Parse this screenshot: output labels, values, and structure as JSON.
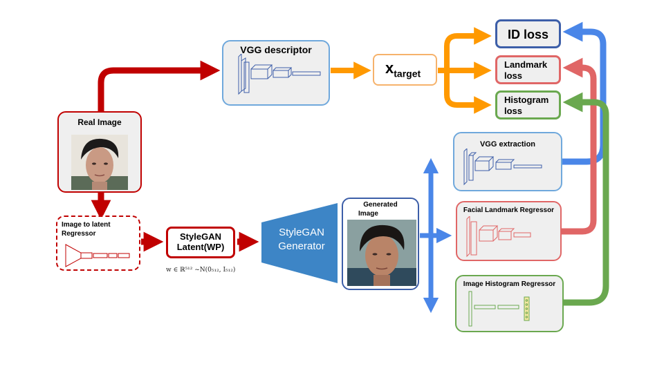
{
  "nodes": {
    "real_image": "Real Image",
    "vgg_descriptor": "VGG descriptor",
    "x_target_main": "x",
    "x_target_sub": "target",
    "id_loss": "ID loss",
    "landmark_loss_line1": "Landmark",
    "landmark_loss_line2": "loss",
    "histogram_loss_line1": "Histogram",
    "histogram_loss_line2": "loss",
    "vgg_extraction": "VGG extraction",
    "facial_landmark_regressor": "Facial Landmark Regressor",
    "image_histogram_regressor": "Image Histogram Regressor",
    "latent_regressor_line1": "Image to latent",
    "latent_regressor_line2": "Regressor",
    "stylegan_latent_line1": "StyleGAN",
    "stylegan_latent_line2": "Latent(WP)",
    "generator_line1": "StyleGAN",
    "generator_line2": "Generator",
    "generated_image_line1": "Generated",
    "generated_image_line2": "Image",
    "latent_formula": "w ∈ ℝ⁵¹² ~N(0₅₁₂, I₅₁₂)"
  },
  "colors": {
    "red": "#c00000",
    "blue": "#4a86e8",
    "orange": "#ff9900",
    "green": "#6aa84f",
    "salmon": "#e06666",
    "navy": "#3c5ea8",
    "generator_fill": "#3d85c6",
    "box_fill": "#efefef"
  },
  "icons": [
    "real-face-photo",
    "generated-face-photo",
    "cnn-layers-icon",
    "histogram-bins-icon"
  ]
}
